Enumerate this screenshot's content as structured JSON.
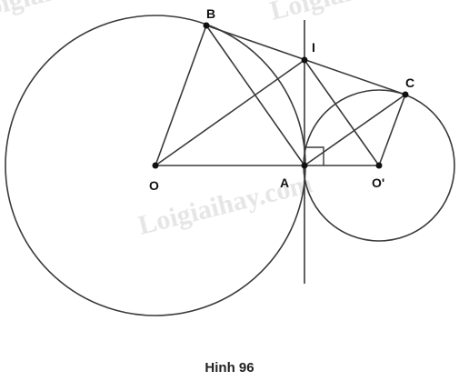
{
  "caption": "Hinh 96",
  "watermark": "Loigiaihay.com",
  "points": {
    "B": "B",
    "I": "I",
    "C": "C",
    "O": "O",
    "A": "A",
    "O2": "O'"
  }
}
